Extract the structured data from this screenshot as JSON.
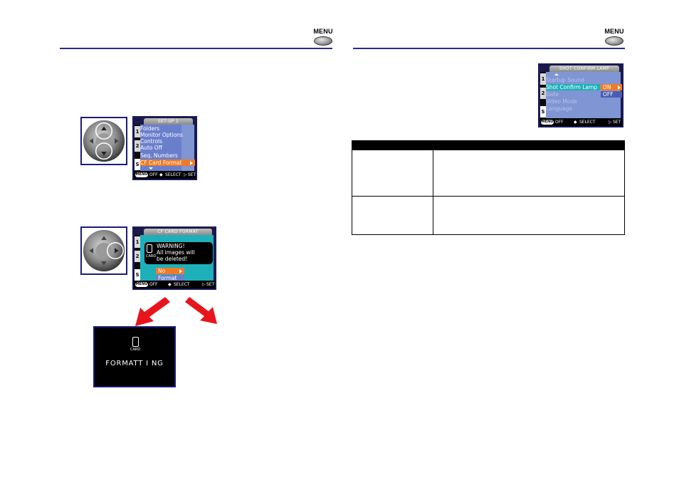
{
  "header": {
    "left_menu_label": "MENU",
    "right_menu_label": "MENU"
  },
  "screen_setup1": {
    "title": "SET-UP 1",
    "tabs": [
      "1",
      "2",
      "S"
    ],
    "items": [
      "Folders",
      "Monitor Options",
      "Controls",
      "Auto Off",
      "Seq. Numbers",
      "CF Card Format"
    ],
    "highlighted_item": "CF Card Format",
    "footer_menu": "MENU",
    "footer_off": "OFF",
    "footer_select": "SELECT",
    "footer_set": "SET"
  },
  "screen_cf_format": {
    "title": "CF CARD FORMAT",
    "tabs": [
      "1",
      "2",
      "S"
    ],
    "card_label": "CARD",
    "warning_lines": [
      "WARNING!",
      "All images will",
      "be deleted!"
    ],
    "options": [
      "No",
      "Format"
    ],
    "highlighted_option": "No",
    "footer_menu": "MENU",
    "footer_off": "OFF",
    "footer_select": "SELECT",
    "footer_set": "SET"
  },
  "screen_formatting": {
    "card_label": "CARD",
    "message": "FORMATT I NG"
  },
  "screen_shot_confirm": {
    "title": "SHOT CONFIRM LAMP",
    "tabs": [
      "1",
      "2",
      "S"
    ],
    "items": [
      "Startup Sound",
      "Shot Confirm Lamp",
      "Date",
      "Video Mode",
      "Language"
    ],
    "highlighted_item": "Shot Confirm Lamp",
    "options": [
      "ON",
      "OFF"
    ],
    "highlighted_option": "ON",
    "footer_menu": "MENU",
    "footer_off": "OFF",
    "footer_select": "SELECT",
    "footer_set": "SET"
  },
  "colors": {
    "rule": "#2a2a8a",
    "menu_bg": "#7f95d4",
    "highlight": "#f07a28",
    "cf_screen_bg": "#1eb0b8",
    "arrow_red": "#e8141c"
  }
}
